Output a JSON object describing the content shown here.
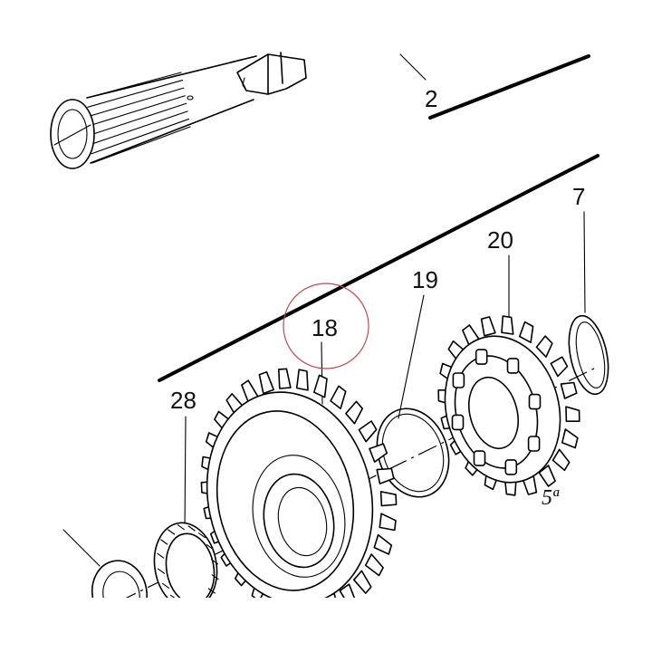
{
  "diagram": {
    "labels": {
      "part_2": "2",
      "part_7": "7",
      "part_18": "18",
      "part_19": "19",
      "part_20": "20",
      "part_28": "28",
      "gear_mark": "5ª"
    },
    "highlight_color": "#c0474f",
    "line_color": "#000000",
    "background": "#ffffff"
  }
}
